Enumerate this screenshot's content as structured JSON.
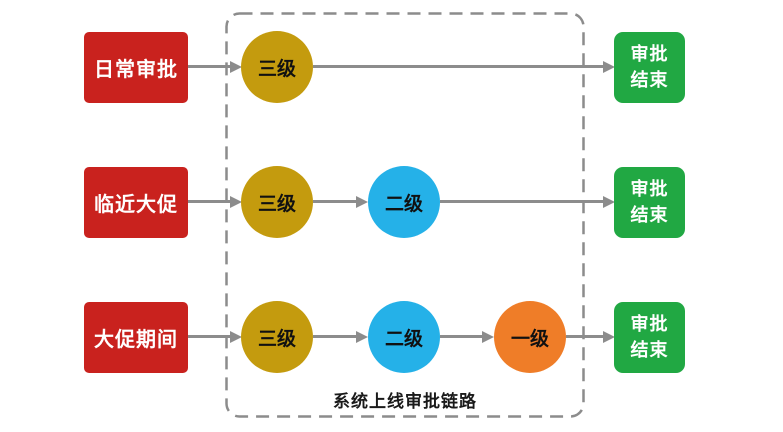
{
  "diagram": {
    "title": "系统上线审批链路",
    "colors": {
      "scenario_box": "#c9221e",
      "level3_node": "#c49b0e",
      "level2_node": "#25b1e8",
      "level1_node": "#ef7d28",
      "end_box": "#21a843",
      "arrow": "#8c8c8c",
      "boundary_dash": "#8c8c8c",
      "background": "#ffffff"
    },
    "rows": [
      {
        "scenario": "日常审批",
        "levels": [
          "三级"
        ],
        "end": "审批\n结束"
      },
      {
        "scenario": "临近大促",
        "levels": [
          "三级",
          "二级"
        ],
        "end": "审批\n结束"
      },
      {
        "scenario": "大促期间",
        "levels": [
          "三级",
          "二级",
          "一级"
        ],
        "end": "审批\n结束"
      }
    ]
  }
}
